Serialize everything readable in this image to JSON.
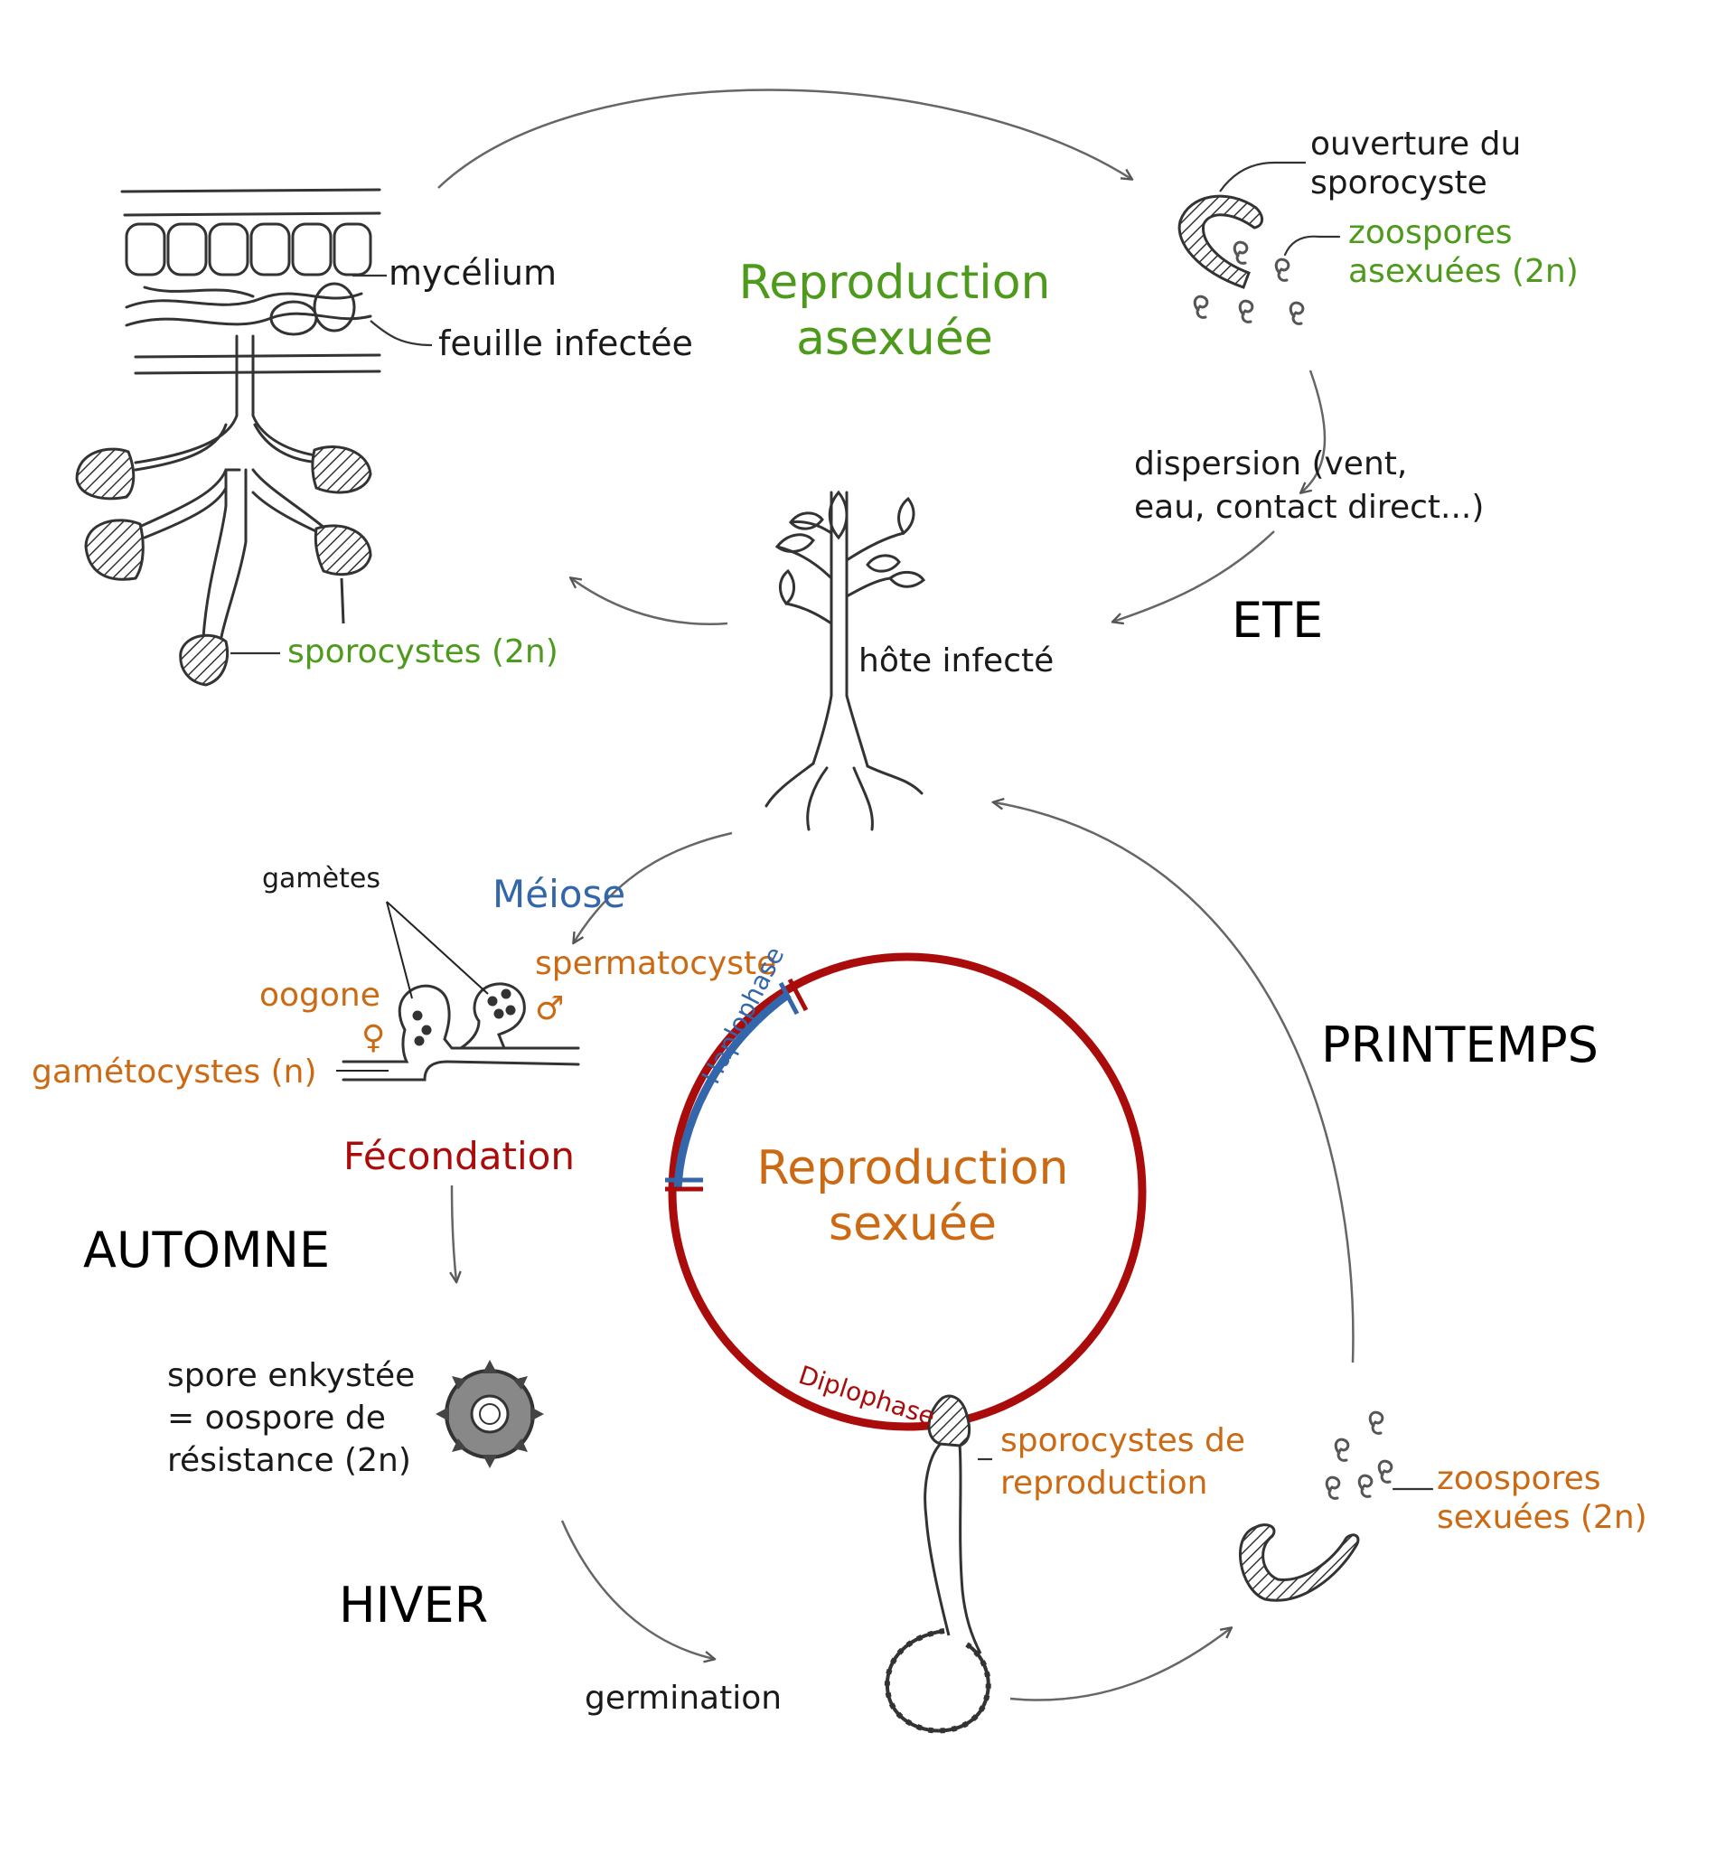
{
  "labels": {
    "mycelium": "mycélium",
    "leaf": "feuille infectée",
    "asexual_title": [
      "Reproduction",
      "asexuée"
    ],
    "sporocyst_opening": [
      "ouverture du",
      "sporocyste"
    ],
    "asexual_zoospores": [
      "zoospores",
      "asexuées (2n)"
    ],
    "dispersion": [
      "dispersion (vent,",
      "eau, contact direct...)"
    ],
    "summer": "ETE",
    "sporocysts": "sporocystes (2n)",
    "host": "hôte infecté",
    "gametes": "gamètes",
    "meiosis": "Méiose",
    "spermatocyst": "spermatocyste",
    "male_symbol": "♂",
    "oogonium": "oogone",
    "female_symbol": "♀",
    "gametocysts": "gamétocystes (n)",
    "spring": "PRINTEMPS",
    "fertilization": "Fécondation",
    "sexual_title": [
      "Reproduction",
      "sexuée"
    ],
    "autumn": "AUTOMNE",
    "oospore": [
      "spore enkystée",
      "= oospore de",
      "résistance (2n)"
    ],
    "haplophase": "Haplophase",
    "diplophase": "Diplophase",
    "repro_sporocysts": [
      "sporocystes de",
      "reproduction"
    ],
    "sexual_zoospores": [
      "zoospores",
      "sexuées (2n)"
    ],
    "winter": "HIVER",
    "germination": "germination"
  },
  "colors": {
    "asexual": "#4e9a1c",
    "sexual": "#cc6a14",
    "fertilization": "#aa0b0b",
    "meiosis": "#3366aa",
    "diplophase_ring": "#aa0b0b",
    "haplophase_arc": "#3366aa",
    "text": "#1a1a1a"
  },
  "icons": [
    "leaf-cross-section-drawing",
    "sporocyst-drawing",
    "zoospore-drawing",
    "host-plant-drawing",
    "gametocyst-drawing",
    "oospore-drawing",
    "germinating-oospore-drawing",
    "open-sporocyst-drawing",
    "cycle-arrow"
  ]
}
